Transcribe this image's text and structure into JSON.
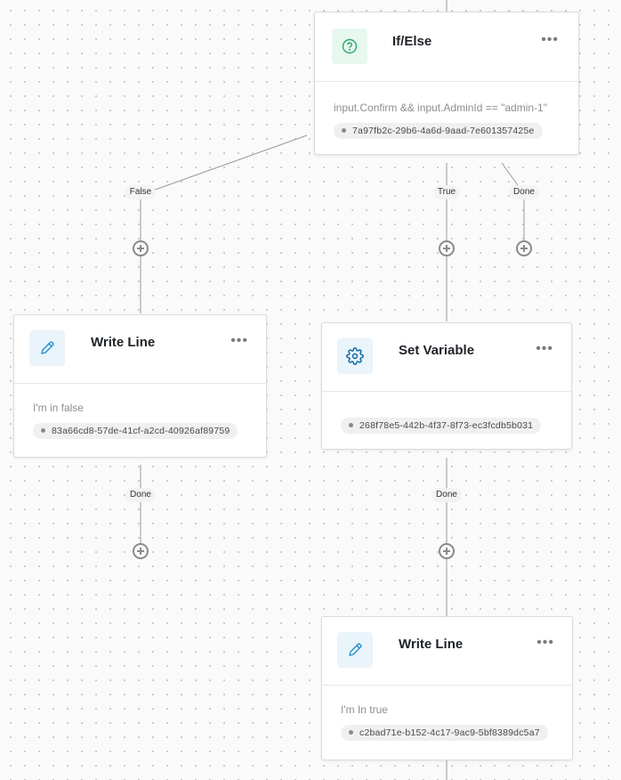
{
  "nodes": {
    "if_else": {
      "title": "If/Else",
      "icon": "decision-icon",
      "icon_bg": "#e7f8ef",
      "icon_color": "#2aa76c",
      "condition": "input.Confirm && input.AdminId == \"admin-1\"",
      "id": "7a97fb2c-29b6-4a6d-9aad-7e601357425e"
    },
    "write_line_false": {
      "title": "Write Line",
      "icon": "pencil-icon",
      "icon_bg": "#eaf4fb",
      "icon_color": "#1f8fcf",
      "text": "I'm in false",
      "id": "83a66cd8-57de-41cf-a2cd-40926af89759"
    },
    "set_variable": {
      "title": "Set Variable",
      "icon": "gear-icon",
      "icon_bg": "#eaf4fb",
      "icon_color": "#0f6aa5",
      "id": "268f78e5-442b-4f37-8f73-ec3fcdb5b031"
    },
    "write_line_true": {
      "title": "Write Line",
      "icon": "pencil-icon",
      "icon_bg": "#eaf4fb",
      "icon_color": "#1f8fcf",
      "text": "I'm In true",
      "id": "c2bad71e-b152-4c17-9ac9-5bf8389dc5a7"
    }
  },
  "edges": {
    "false_label": "False",
    "true_label": "True",
    "done_label": "Done"
  },
  "menu_glyph": "•••"
}
